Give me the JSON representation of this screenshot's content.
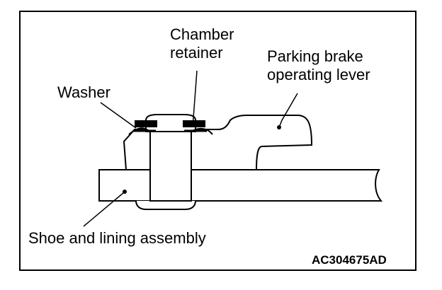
{
  "labels": {
    "chamber_retainer": [
      "Chamber",
      "retainer"
    ],
    "parking_brake_lever": [
      "Parking brake",
      "operating lever"
    ],
    "washer": "Washer",
    "shoe_lining": "Shoe and lining assembly"
  },
  "figure_code": "AC304675AD",
  "colors": {
    "ink": "#000000",
    "paper": "#ffffff"
  }
}
